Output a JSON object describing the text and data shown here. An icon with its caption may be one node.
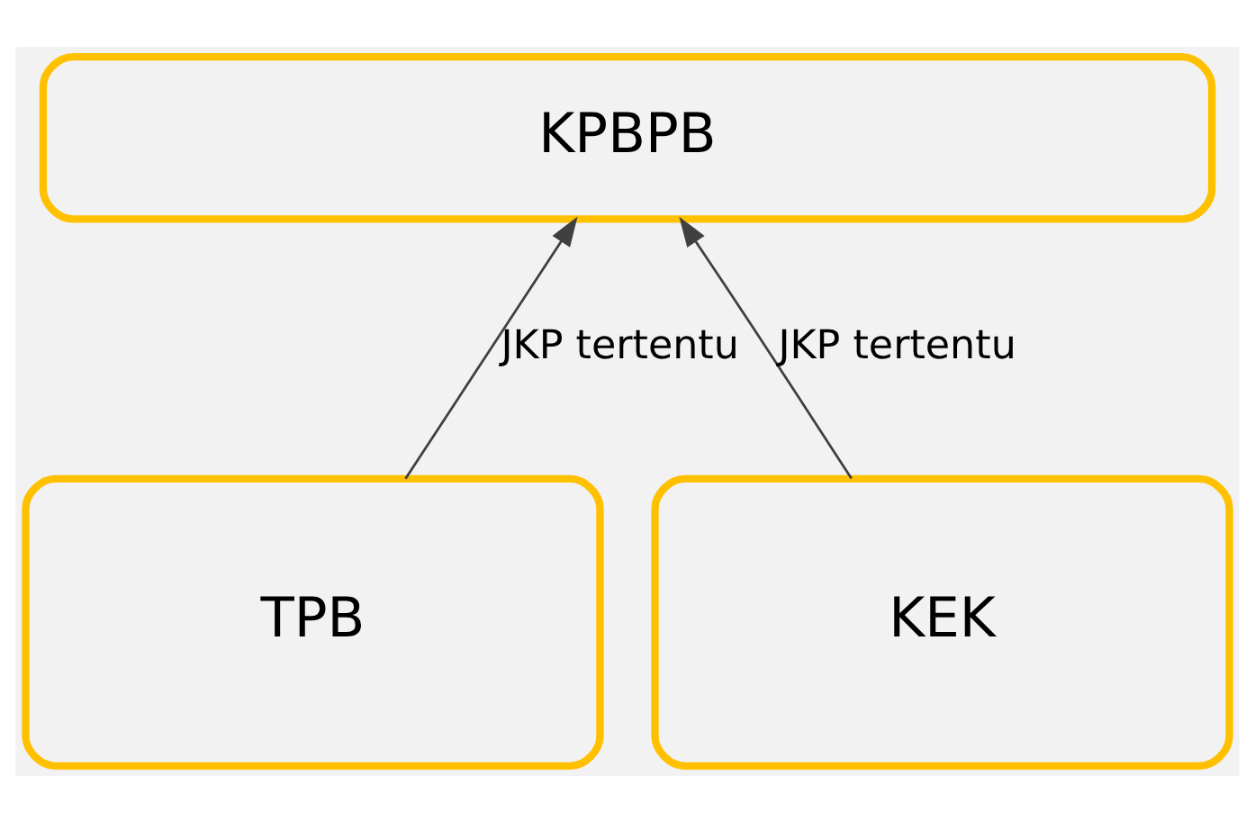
{
  "diagram": {
    "nodes": [
      {
        "text": [
          "KPBPB"
        ]
      },
      {
        "text": [
          "TPB"
        ]
      },
      {
        "text": [
          "KEK"
        ]
      }
    ],
    "edges": [
      {
        "from": 1,
        "to": 0,
        "arrow": "to",
        "label": "JKP tertentu"
      },
      {
        "from": 2,
        "to": 0,
        "arrow": "to",
        "label": "JKP tertentu"
      }
    ]
  }
}
